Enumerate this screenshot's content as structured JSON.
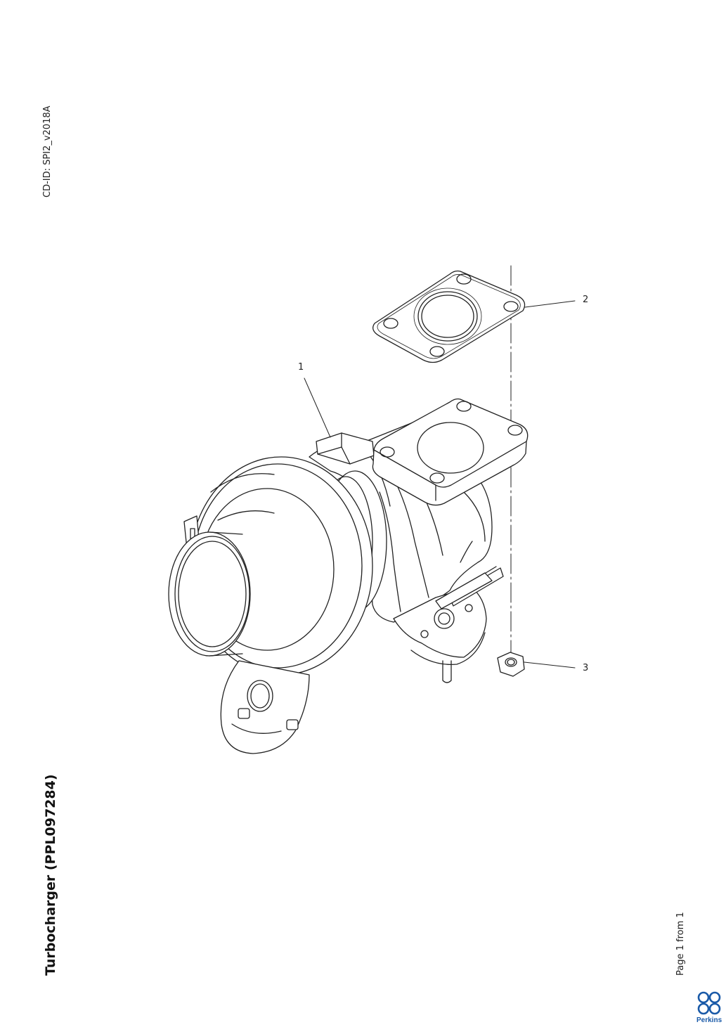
{
  "header": {
    "cd_id": "CD-ID: SPI2_v2018A"
  },
  "title": "Turbocharger (PPL097284)",
  "footer": {
    "page_info": "Page 1 from 1"
  },
  "callouts": {
    "c1": "1",
    "c2": "2",
    "c3": "3"
  },
  "brand": {
    "name": "Perkins",
    "color": "#1a5aa8"
  }
}
